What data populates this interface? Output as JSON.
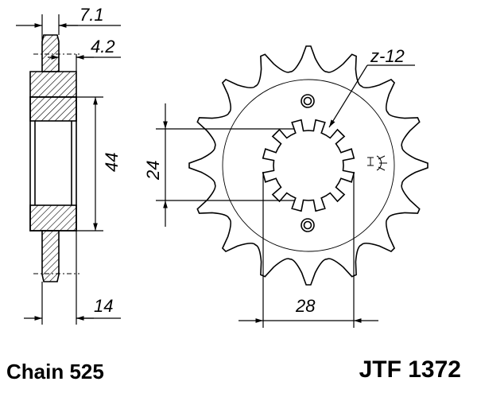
{
  "dimensions": {
    "hub_offset": "7.1",
    "flange_offset": "4.2",
    "hub_diameter": "44",
    "bore_diameter": "24",
    "width": "14",
    "spline_diameter": "28",
    "spline_teeth": "z-12"
  },
  "footer": {
    "chain": "Chain 525",
    "part_number": "JTF 1372"
  }
}
